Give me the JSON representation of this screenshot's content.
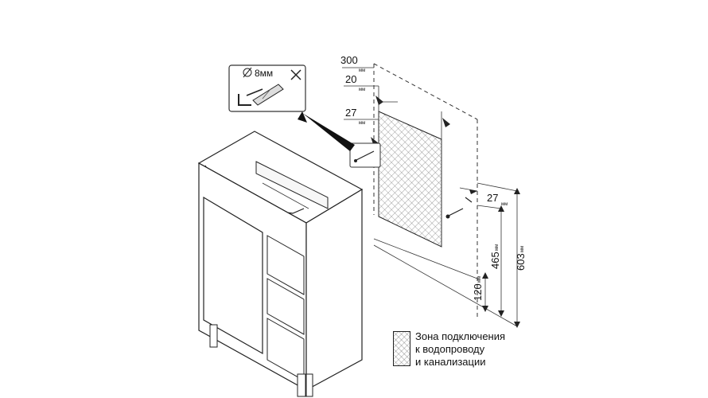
{
  "detail": {
    "diameter_label": "8мм"
  },
  "dimensions": {
    "d300": "300",
    "d20": "20",
    "d27_top": "27",
    "d27_side": "27",
    "d465": "465",
    "d603": "603",
    "d120": "120",
    "unit": "мм"
  },
  "legend": {
    "line1": "Зона подключения",
    "line2": "к водопроводу",
    "line3": "и канализации"
  },
  "icons": [
    "drill-bit-icon",
    "dowel-icon",
    "hook-icon",
    "no-screw-icon",
    "zoom-arrow-icon"
  ]
}
